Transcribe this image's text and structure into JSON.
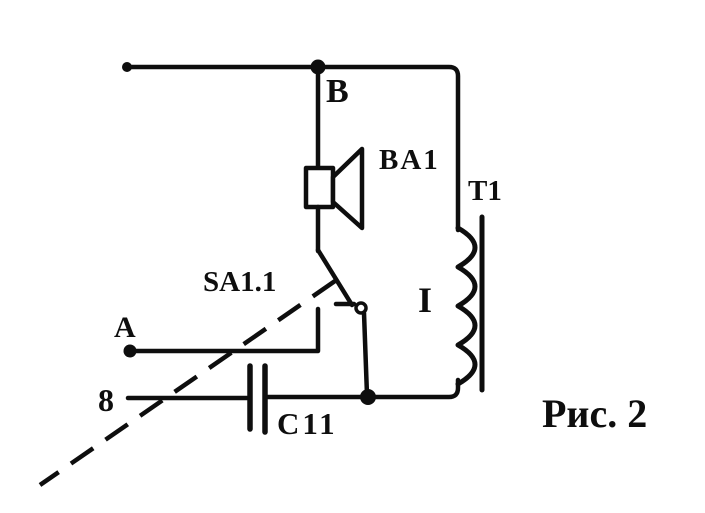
{
  "figure": {
    "caption": "Рис. 2",
    "background_color": "#ffffff",
    "ink_color": "#0e0e0e"
  },
  "terminals": {
    "b": "В",
    "a": "А",
    "eight": "8"
  },
  "components": {
    "speaker_ref": "BA1",
    "transformer_ref": "T1",
    "winding_numeral": "I",
    "switch_ref": "SA1.1",
    "capacitor_ref": "C11"
  }
}
